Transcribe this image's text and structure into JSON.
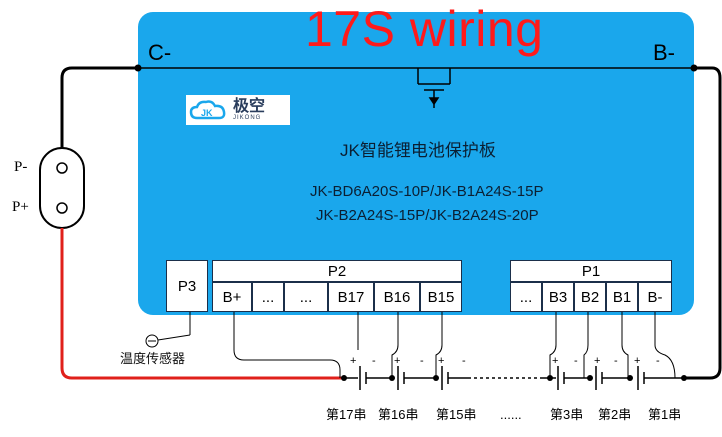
{
  "title": "17S wiring",
  "board": {
    "negative_c": "C-",
    "negative_b": "B-",
    "brand_cn": "极空",
    "brand_en": "JIKONG",
    "name": "JK智能锂电池保护板",
    "models": [
      "JK-BD6A20S-10P/JK-B1A24S-15P",
      "JK-B2A24S-15P/JK-B2A24S-20P"
    ],
    "p3_label": "P3",
    "p2": {
      "label": "P2",
      "pins": [
        "B+",
        "...",
        "...",
        "B17",
        "B16",
        "B15"
      ]
    },
    "p1": {
      "label": "P1",
      "pins": [
        "...",
        "B3",
        "B2",
        "B1",
        "B-"
      ]
    }
  },
  "pack_connector": {
    "p_minus": "P-",
    "p_plus": "P+"
  },
  "temp_sensor": "温度传感器",
  "cell_labels": [
    "第17串",
    "第16串",
    "第15串",
    "......",
    "第3串",
    "第2串",
    "第1串"
  ],
  "polarity": {
    "plus": "+",
    "minus": "-"
  },
  "colors": {
    "board": "#1aa7ec",
    "positive_wire": "#e0201b",
    "negative_wire": "#000000",
    "title": "#ff1a1a"
  }
}
